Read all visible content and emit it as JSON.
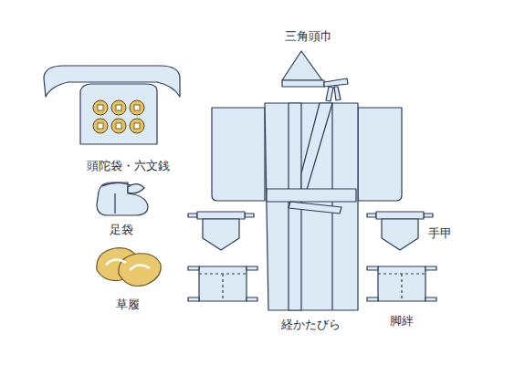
{
  "diagram": {
    "labels": [
      "三角頭巾",
      "頭陀袋・六文銭",
      "足袋",
      "草履",
      "手甲",
      "経かたびら",
      "脚絆"
    ]
  }
}
